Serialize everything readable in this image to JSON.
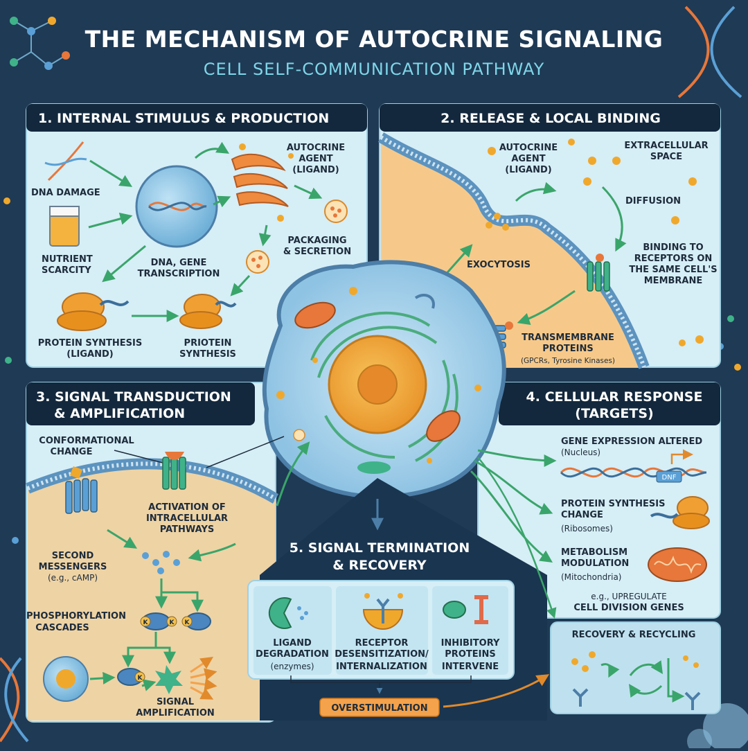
{
  "title": "THE MECHANISM OF AUTOCRINE SIGNALING",
  "subtitle": "CELL SELF-COMMUNICATION PATHWAY",
  "panel1": {
    "header": "1.  INTERNAL STIMULUS & PRODUCTION",
    "dna_damage": "DNA DAMAGE",
    "nutrient_1": "NUTRIENT",
    "nutrient_2": "SCARCITY",
    "transcription_1": "DNA, GENE",
    "transcription_2": "TRANSCRIPTION",
    "agent_1": "AUTOCRINE",
    "agent_2": "AGENT",
    "agent_3": "(LIGAND)",
    "packaging_1": "PACKAGING",
    "packaging_2": "& SECRETION",
    "synth_ligand_1": "PROTEIN SYNTHESIS",
    "synth_ligand_2": "(LIGAND)",
    "synth_2_1": "PRIOTEIN",
    "synth_2_2": "SYNTHESIS"
  },
  "panel2": {
    "header": "2. RELEASE & LOCAL BINDING",
    "agent_1": "AUTOCRINE",
    "agent_2": "AGENT",
    "agent_3": "(LIGAND)",
    "space_1": "EXTRACELLULAR",
    "space_2": "SPACE",
    "diffusion": "DIFFUSION",
    "binding_1": "BINDING TO",
    "binding_2": "RECEPTORS ON",
    "binding_3": "THE SAME CELL'S",
    "binding_4": "MEMBRANE",
    "exocytosis": "EXOCYTOSIS",
    "tm_1": "TRANSMEMBRANE",
    "tm_2": "PROTEINS",
    "tm_3": "(GPCRs, Tyrosine Kinases)"
  },
  "panel3": {
    "header_1": "3. SIGNAL TRANSDUCTION",
    "header_2": "& AMPLIFICATION",
    "conf_1": "CONFORMATIONAL",
    "conf_2": "CHANGE",
    "act_1": "ACTIVATION OF",
    "act_2": "INTRACELLULAR",
    "act_3": "PATHWAYS",
    "second_1": "SECOND",
    "second_2": "MESSENGERS",
    "second_3": "(e.g., cAMP)",
    "phos_1": "PHOSPHORYLATION",
    "phos_2": "CASCADES",
    "amp_1": "SIGNAL",
    "amp_2": "AMPLIFICATION",
    "kinase": "K"
  },
  "panel4": {
    "header_1": "4. CELLULAR RESPONSE",
    "header_2": "(TARGETS)",
    "gene_1": "GENE EXPRESSION ALTERED",
    "gene_2": "(Nucleus)",
    "dna_tag": "DNF",
    "protein_1": "PROTEIN SYNTHESIS",
    "protein_2": "CHANGE",
    "protein_3": "(Ribosomes)",
    "metab_1": "METABOLISM",
    "metab_2": "MODULATION",
    "metab_3": "(Mitochondria)",
    "eg_1": "e.g., UPREGULATE",
    "eg_2": "CELL DIVISION GENES",
    "recovery": "RECOVERY & RECYCLING"
  },
  "panel5": {
    "header_1": "5. SIGNAL TERMINATION",
    "header_2": "& RECOVERY",
    "deg_1": "LIGAND",
    "deg_2": "DEGRADATION",
    "deg_3": "(enzymes)",
    "des_1": "RECEPTOR",
    "des_2": "DESENSITIZATION/",
    "des_3": "INTERNALIZATION",
    "inh_1": "INHIBITORY",
    "inh_2": "PROTEINS",
    "inh_3": "INTERVENE",
    "overstim": "OVERSTIMULATION"
  },
  "colors": {
    "background": "#1f3a55",
    "panel": "#d6eef6",
    "header": "#13283d",
    "cytoplasm": "#f6c98a",
    "membrane": "#5c93bf",
    "arrow": "#3aa56a",
    "nucleus": "#f2a43a",
    "ligand": "#f0a82c",
    "mitochondria": "#e7773a",
    "overstim": "#f4a24b"
  }
}
